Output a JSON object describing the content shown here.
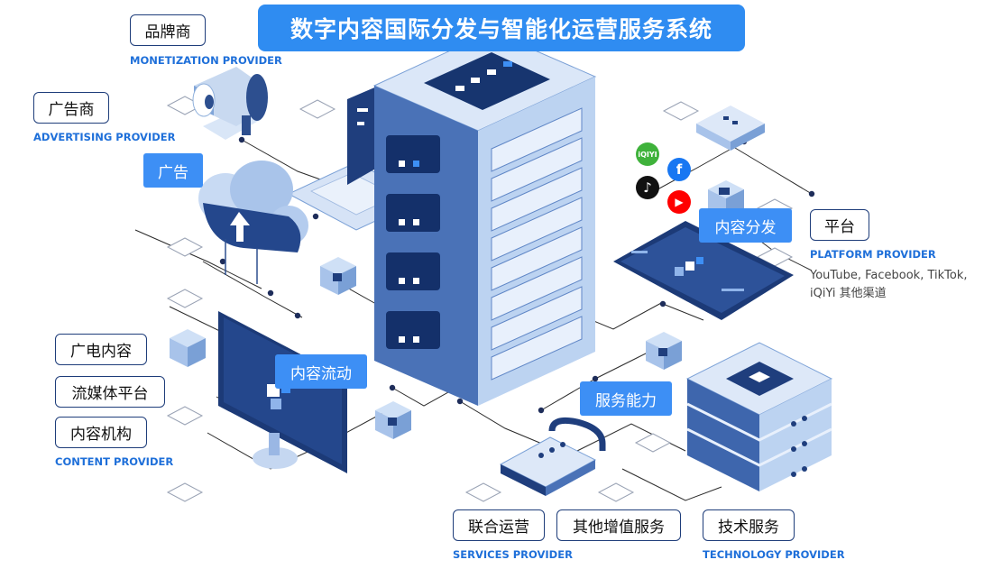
{
  "title": "数字内容国际分发与智能化运营服务系统",
  "providers": {
    "monetization": {
      "label": "品牌商",
      "caption": "MONETIZATION PROVIDER"
    },
    "advertising": {
      "label": "广告商",
      "caption": "ADVERTISING PROVIDER"
    },
    "content": {
      "labels": [
        "广电内容",
        "流媒体平台",
        "内容机构"
      ],
      "caption": "CONTENT PROVIDER"
    },
    "platform": {
      "label": "平台",
      "caption": "PLATFORM PROVIDER",
      "note": "YouTube, Facebook, TikTok, iQiYi 其他渠道"
    },
    "services": {
      "labels": [
        "联合运营",
        "其他增值服务"
      ],
      "caption": "SERVICES PROVIDER"
    },
    "technology": {
      "label": "技术服务",
      "caption": "TECHNOLOGY PROVIDER"
    }
  },
  "flow_tags": {
    "ads": "广告",
    "content_flow": "内容流动",
    "distribution": "内容分发",
    "service_capability": "服务能力"
  },
  "platform_logos": [
    {
      "icon": "iqiyi-icon",
      "color": "#3fb23b",
      "glyph": "iQIYI"
    },
    {
      "icon": "facebook-icon",
      "color": "#1877f2",
      "glyph": "f"
    },
    {
      "icon": "tiktok-icon",
      "color": "#111111",
      "glyph": "♪"
    },
    {
      "icon": "youtube-icon",
      "color": "#ff0000",
      "glyph": "▶"
    }
  ],
  "colors": {
    "accent": "#2f8cf1",
    "tag": "#3d8ff5",
    "caption": "#1e6fd9",
    "dark": "#1e3d7a"
  }
}
